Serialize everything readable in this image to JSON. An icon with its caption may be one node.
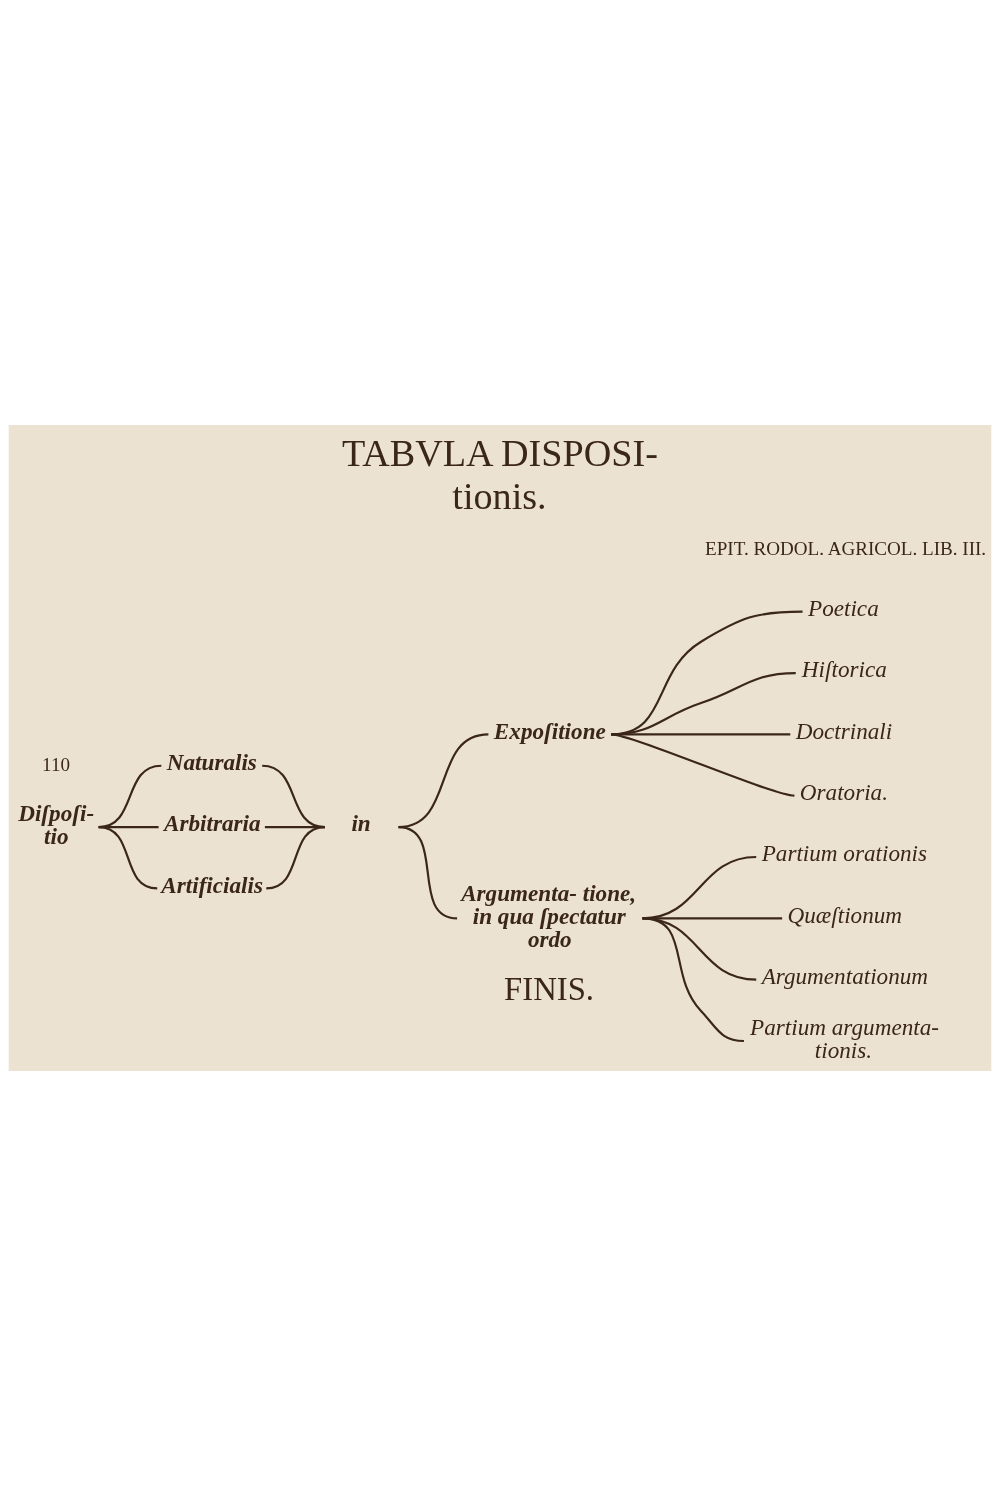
{
  "diagram": {
    "title": "TABVLA DISPOSI- tionis.",
    "nodes": [
      {
        "text": [
          "Diſpoſi- tio"
        ]
      },
      {
        "text": [
          "Naturalis"
        ]
      },
      {
        "text": [
          "Arbitraria"
        ]
      },
      {
        "text": [
          "Artificialis"
        ]
      },
      {
        "text": [
          "in"
        ]
      },
      {
        "text": [
          "Expoſitione"
        ]
      },
      {
        "text": [
          "Poetica"
        ]
      },
      {
        "text": [
          "Hiſtorica"
        ]
      },
      {
        "text": [
          "Doctrinali"
        ]
      },
      {
        "text": [
          "Oratoria."
        ]
      },
      {
        "text": [
          "Argumenta- tione, in qua ſpectatur ordo"
        ]
      },
      {
        "text": [
          "Partium orationis"
        ]
      },
      {
        "text": [
          "Quæſtionum"
        ]
      },
      {
        "text": [
          "Argumentationum"
        ]
      },
      {
        "text": [
          "Partium argumenta- tionis."
        ]
      }
    ],
    "edges": [
      {
        "from": 0,
        "to": 1,
        "arrow": "none"
      },
      {
        "from": 0,
        "to": 2,
        "arrow": "none"
      },
      {
        "from": 0,
        "to": 3,
        "arrow": "none"
      },
      {
        "from": 1,
        "to": 4,
        "arrow": "none"
      },
      {
        "from": 2,
        "to": 4,
        "arrow": "none"
      },
      {
        "from": 3,
        "to": 4,
        "arrow": "none"
      },
      {
        "from": 4,
        "to": 5,
        "arrow": "none"
      },
      {
        "from": 4,
        "to": 10,
        "arrow": "none"
      },
      {
        "from": 5,
        "to": 6,
        "arrow": "none"
      },
      {
        "from": 5,
        "to": 7,
        "arrow": "none"
      },
      {
        "from": 5,
        "to": 8,
        "arrow": "none"
      },
      {
        "from": 5,
        "to": 9,
        "arrow": "none"
      },
      {
        "from": 10,
        "to": 11,
        "arrow": "none"
      },
      {
        "from": 10,
        "to": 12,
        "arrow": "none"
      },
      {
        "from": 10,
        "to": 13,
        "arrow": "none"
      },
      {
        "from": 10,
        "to": 14,
        "arrow": "none"
      }
    ],
    "labels": [
      "110",
      "EPIT. RODOL. AGRICOL. LIB. III.",
      "FINIS."
    ]
  }
}
